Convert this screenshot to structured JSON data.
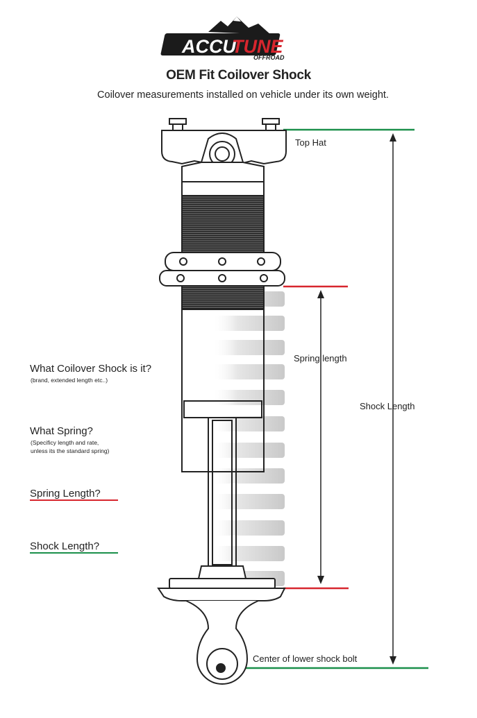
{
  "logo": {
    "brand_accu": "ACCU",
    "brand_tune": "TUNE",
    "brand_sub": "OFFROAD"
  },
  "header": {
    "title": "OEM Fit Coilover Shock",
    "subtitle": "Coilover measurements installed on vehicle under its own weight."
  },
  "labels": {
    "top_hat": "Top Hat",
    "spring_length": "Spring length",
    "shock_length": "Shock Length",
    "center_bolt": "Center of lower shock bolt"
  },
  "questions": {
    "coilover_title": "What Coilover Shock is it?",
    "coilover_sub": "(brand, extended length etc..)",
    "spring_title": "What Spring?",
    "spring_sub_1": "(Specificy length and rate,",
    "spring_sub_2": "unless its the standard spring)",
    "spring_length_q": "Spring Length?",
    "shock_length_q": "Shock Length?"
  },
  "colors": {
    "green": "#1a8f4a",
    "red": "#d7262e",
    "line": "#222222"
  }
}
